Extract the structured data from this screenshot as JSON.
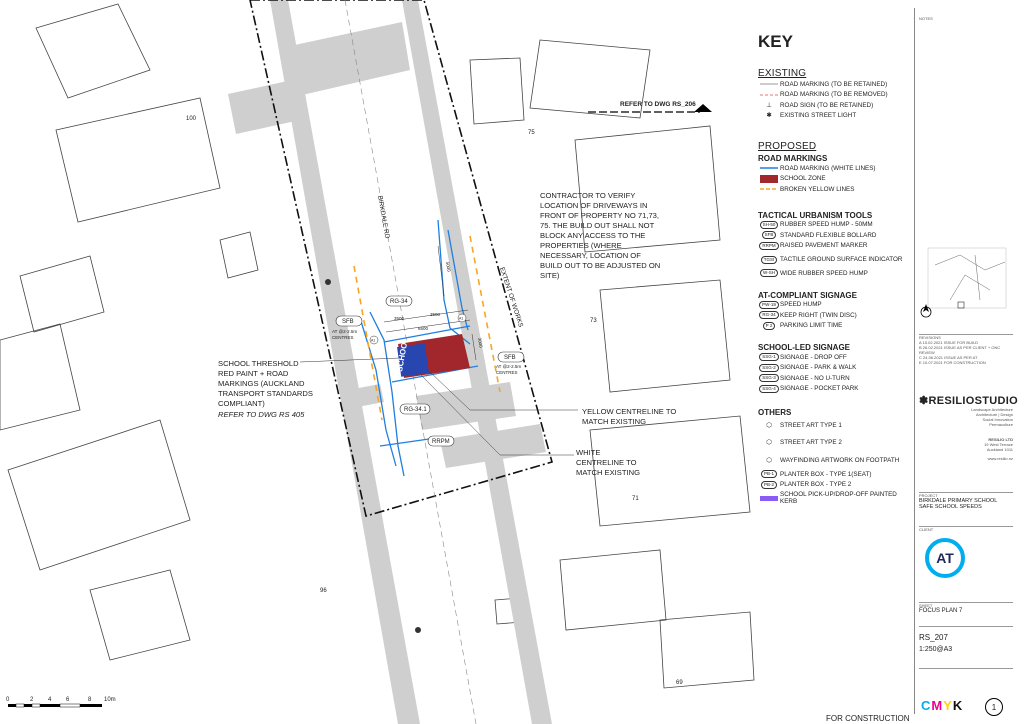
{
  "key": {
    "title": "KEY",
    "existing_heading": "EXISTING",
    "existing": [
      "ROAD MARKING (TO BE RETAINED)",
      "ROAD MARKING (TO BE REMOVED)",
      "ROAD SIGN (TO BE RETAINED)",
      "EXISTING STREET LIGHT"
    ],
    "proposed_heading": "PROPOSED",
    "road_markings_heading": "ROAD MARKINGS",
    "road_markings": [
      "ROAD MARKING (WHITE LINES)",
      "SCHOOL ZONE",
      "BROKEN YELLOW LINES"
    ],
    "tactical_heading": "TACTICAL URBANISM TOOLS",
    "tactical": [
      {
        "code": "SH-50",
        "label": "RUBBER SPEED HUMP - 50MM"
      },
      {
        "code": "SFB",
        "label": "STANDARD FLEXIBLE BOLLARD"
      },
      {
        "code": "RRPM",
        "label": "RAISED PAVEMENT MARKER"
      },
      {
        "code": "TGSI",
        "label": "TACTILE GROUND SURFACE INDICATOR"
      },
      {
        "code": "W-SH",
        "label": "WIDE RUBBER SPEED HUMP"
      }
    ],
    "at_heading": "AT-COMPLIANT SIGNAGE",
    "at": [
      {
        "code": "",
        "label": "SPEED HUMP"
      },
      {
        "code": "PW-19",
        "label": "SPEED HUMP"
      },
      {
        "code": "RG-34",
        "label": "KEEP RIGHT (TWIN DISC)"
      },
      {
        "code": "P 2",
        "label": "PARKING LIMIT TIME"
      }
    ],
    "school_heading": "SCHOOL-LED SIGNAGE",
    "school": [
      {
        "code": "SSG-1",
        "label": "SIGNAGE - DROP OFF"
      },
      {
        "code": "SSG-2",
        "label": "SIGNAGE - PARK & WALK"
      },
      {
        "code": "SSG-3",
        "label": "SIGNAGE - NO U-TURN"
      },
      {
        "code": "SSG-4",
        "label": "SIGNAGE - POCKET PARK"
      }
    ],
    "others_heading": "OTHERS",
    "others": [
      {
        "code": "",
        "label": "STREET ART TYPE 1"
      },
      {
        "code": "",
        "label": "STREET ART TYPE 2"
      },
      {
        "code": "",
        "label": "WAYFINDING ARTWORK ON FOOTPATH"
      },
      {
        "code": "PB-1",
        "label": "PLANTER BOX - TYPE 1(SEAT)"
      },
      {
        "code": "PB-2",
        "label": "PLANTER BOX - TYPE 2"
      },
      {
        "code": "",
        "label": "SCHOOL PICK-UP/DROP-OFF PAINTED KERB"
      }
    ]
  },
  "plan": {
    "refer_top": "REFER TO DWG RS_206",
    "road_name": "BIRKDALE RD",
    "extent": "EXTENT OF WORKS",
    "contractor_note": [
      "CONTRACTOR TO VERIFY",
      "LOCATION OF DRIVEWAYS IN",
      "FRONT OF PROPERTY NO 71,73,",
      "75. THE BUILD OUT SHALL NOT",
      "BLOCK ANY ACCESS TO THE",
      "PROPERTIES (WHERE",
      "NECESSARY, LOCATION OF",
      "BUILD OUT TO BE ADJUSTED ON",
      "SITE)"
    ],
    "threshold_note": [
      "SCHOOL THRESHOLD",
      "RED PAINT + ROAD",
      "MARKINGS (AUCKLAND",
      "TRANSPORT STANDARDS",
      "COMPLIANT)"
    ],
    "refer_bottom": "REFER TO DWG RS 405",
    "yellow_note": [
      "YELLOW CENTRELINE TO",
      "MATCH EXISTING"
    ],
    "white_note": [
      "WHITE",
      "CENTRELINE TO",
      "MATCH EXISTING"
    ],
    "property_numbers": [
      "100",
      "75",
      "73",
      "71",
      "96",
      "69"
    ],
    "labels": {
      "sfb": "SFB",
      "sfb_note_left": [
        "AT @2-2.5m",
        "CENTRES"
      ],
      "sfb_note_right": [
        "AT @2-2.5m",
        "CENTRES"
      ],
      "rg34": "RG-34",
      "rg341": "RG-34.1",
      "rrpm": "RRPM",
      "school": "SCHOOL",
      "dims": [
        "3500",
        "3500",
        "6500",
        "5000",
        "3000"
      ],
      "a1": "A1"
    },
    "scale_ticks": [
      "0",
      "2",
      "4",
      "6",
      "8",
      "10m"
    ]
  },
  "footer": {
    "for_construction": "FOR CONSTRUCTION"
  },
  "title_block": {
    "notes_label": "NOTES",
    "revisions_label": "REVISIONS",
    "revisions": [
      {
        "rev": "A",
        "date": "15.02.2021",
        "desc": "ISSUE FOR BUILD"
      },
      {
        "rev": "B",
        "date": "26.02.2021",
        "desc": "ISSUE AS PER CLIENT + ONC REVIEW"
      },
      {
        "rev": "C",
        "date": "24.06.2021",
        "desc": "ISSUE AS PER AT"
      },
      {
        "rev": "E",
        "date": "10.07.2021",
        "desc": "FOR CONSTRUCTION"
      }
    ],
    "company": "RESILIOSTUDIO",
    "company_sub": [
      "Landscape Architecture",
      "Architecture | Design",
      "Social Innovation",
      "Permaculture"
    ],
    "company_ltd": "RESILIO LTD",
    "address": [
      "19 West Terrace",
      "Auckland 1011"
    ],
    "web": "www.resilio.nz",
    "project_label": "PROJECT",
    "project": [
      "BIRKDALE PRIMARY SCHOOL",
      "SAFE SCHOOL SPEEDS"
    ],
    "client_label": "CLIENT",
    "logo": "AT",
    "sheet_label": "SHEET",
    "sheet": "FOCUS PLAN 7",
    "drawing_no": "RS_207",
    "scale": "1:250@A3",
    "cmyk": [
      "C",
      "M",
      "Y",
      "K"
    ],
    "cmyk_colors": [
      "#00aeef",
      "#ec008c",
      "#ffd400",
      "#111111"
    ],
    "sheet_no": "1"
  },
  "colors": {
    "road": "#d4d4d4",
    "school_zone": "#a2272c",
    "white_line": "#1f7fe0",
    "yellow_line": "#f5a623",
    "purple_kerb": "#8a5cf6"
  }
}
